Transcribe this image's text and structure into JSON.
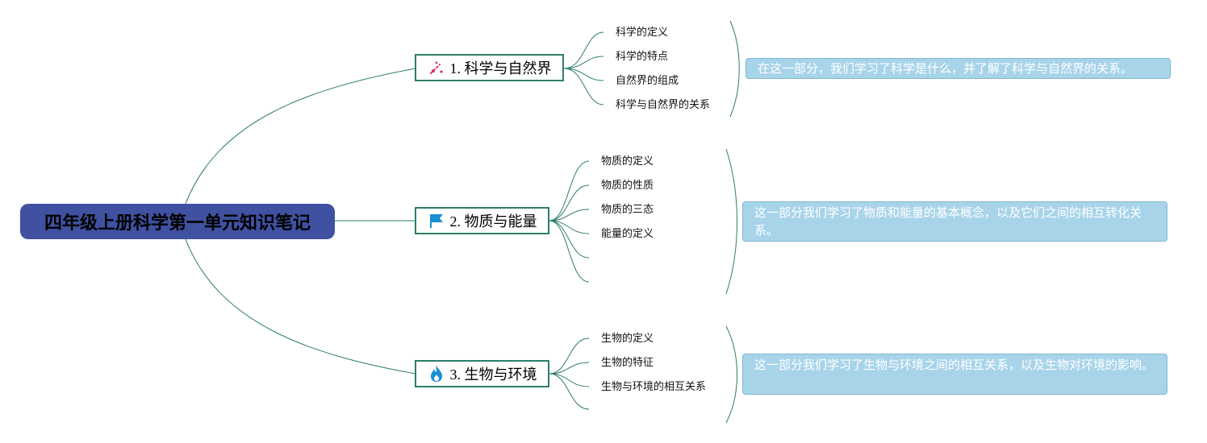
{
  "root": {
    "title": "四年级上册科学第一单元知识笔记"
  },
  "branches": [
    {
      "label": "1. 科学与自然界",
      "icon": "magic-wand-icon",
      "leaves": [
        "科学的定义",
        "科学的特点",
        "自然界的组成",
        "科学与自然界的关系"
      ],
      "summary": "在这一部分，我们学习了科学是什么，并了解了科学与自然界的关系。"
    },
    {
      "label": "2. 物质与能量",
      "icon": "flag-icon",
      "leaves": [
        "物质的定义",
        "物质的性质",
        "物质的三态",
        "能量的定义"
      ],
      "summary": "这一部分我们学习了物质和能量的基本概念，以及它们之间的相互转化关系。"
    },
    {
      "label": "3. 生物与环境",
      "icon": "fire-icon",
      "leaves": [
        "生物的定义",
        "生物的特征",
        "生物与环境的相互关系"
      ],
      "summary": "这一部分我们学习了生物与环境之间的相互关系，以及生物对环境的影响。"
    }
  ],
  "colors": {
    "root_fill": "#3f51a0",
    "branch_border": "#2e7d6b",
    "connector": "#2e7d6b",
    "summary_fill": "#a8d4ea"
  }
}
